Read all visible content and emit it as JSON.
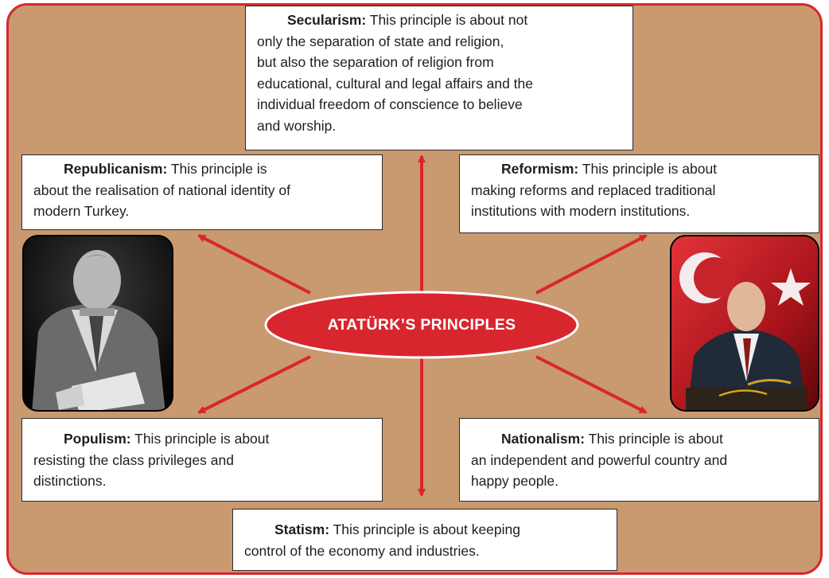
{
  "center": {
    "label": "ATATÜRK’S PRINCIPLES"
  },
  "principles": {
    "secularism": {
      "title": "Secularism:",
      "text": " This principle is about not\nonly the separation of state and religion,\nbut also the separation of religion from\neducational, cultural and legal affairs and the\nindividual freedom of conscience to believe\nand worship."
    },
    "republicanism": {
      "title": "Republicanism:",
      "text": " This principle is\nabout the realisation of national identity of\nmodern Turkey."
    },
    "reformism": {
      "title": "Reformism:",
      "text": " This principle is about\nmaking reforms and replaced traditional\ninstitutions with modern institutions."
    },
    "populism": {
      "title": "Populism:",
      "text": " This principle is about\nresisting the class privileges and\ndistinctions."
    },
    "nationalism": {
      "title": "Nationalism:",
      "text": " This principle is about\nan independent and powerful country and\nhappy people."
    },
    "statism": {
      "title": "Statism:",
      "text": " This principle is about keeping\ncontrol of the economy and industries."
    }
  },
  "colors": {
    "background": "#c9996f",
    "accent_red": "#d8262f",
    "box_fill": "#ffffff"
  }
}
